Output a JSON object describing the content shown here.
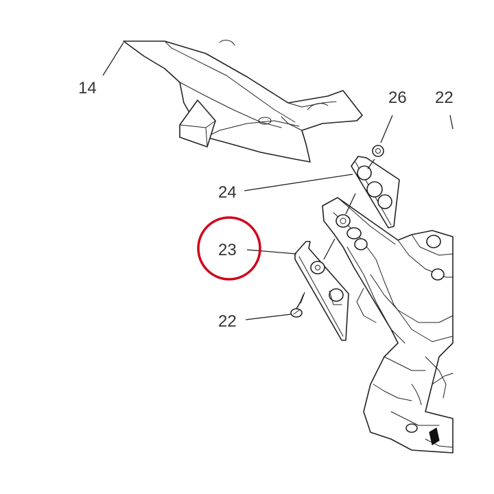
{
  "diagram": {
    "callouts": [
      {
        "id": "c14",
        "label": "14"
      },
      {
        "id": "c26",
        "label": "26"
      },
      {
        "id": "c22top",
        "label": "22"
      },
      {
        "id": "c24",
        "label": "24"
      },
      {
        "id": "c23",
        "label": "23"
      },
      {
        "id": "c22",
        "label": "22"
      }
    ],
    "highlight_color": "#d0021b",
    "highlighted_callout": "23"
  }
}
